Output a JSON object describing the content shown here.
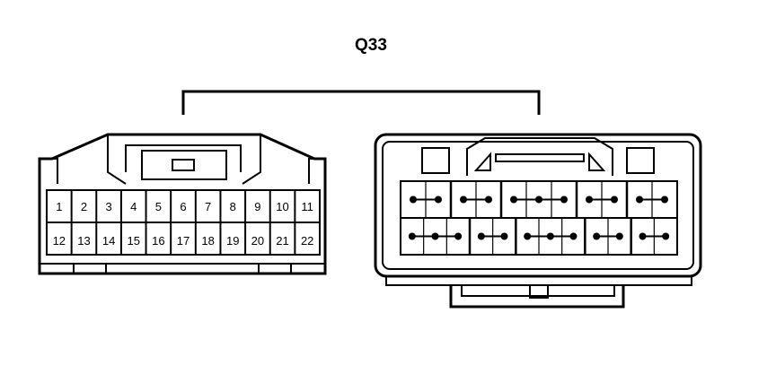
{
  "connector": {
    "label": "Q33",
    "left_pins_row1": [
      "1",
      "2",
      "3",
      "4",
      "5",
      "6",
      "7",
      "8",
      "9",
      "10",
      "11"
    ],
    "left_pins_row2": [
      "12",
      "13",
      "14",
      "15",
      "16",
      "17",
      "18",
      "19",
      "20",
      "21",
      "22"
    ]
  },
  "right_connector": {
    "row1_bridges": [
      2,
      2,
      3,
      2,
      2
    ],
    "row2_bridges": [
      3,
      2,
      3,
      2,
      2
    ]
  }
}
